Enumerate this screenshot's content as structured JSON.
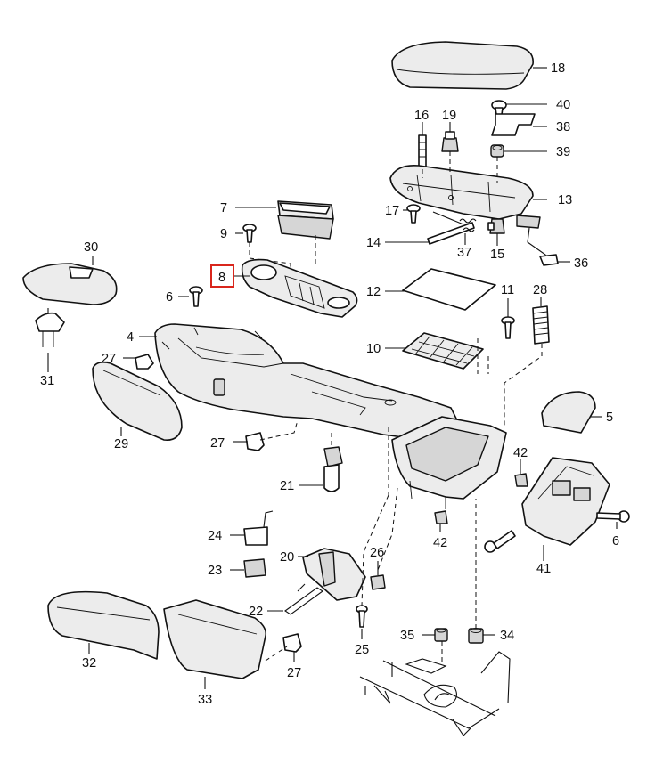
{
  "diagram": {
    "highlighted_part": "8",
    "highlight_color": "#d9261c",
    "labels": {
      "p4": "4",
      "p5": "5",
      "p6a": "6",
      "p6b": "6",
      "p7": "7",
      "p8": "8",
      "p9": "9",
      "p10": "10",
      "p11": "11",
      "p12": "12",
      "p13": "13",
      "p14": "14",
      "p15": "15",
      "p16": "16",
      "p17": "17",
      "p18": "18",
      "p19": "19",
      "p20": "20",
      "p21": "21",
      "p22": "22",
      "p23": "23",
      "p24": "24",
      "p25": "25",
      "p26": "26",
      "p27a": "27",
      "p27b": "27",
      "p27c": "27",
      "p28": "28",
      "p29": "29",
      "p30": "30",
      "p31": "31",
      "p32": "32",
      "p33": "33",
      "p34": "34",
      "p35": "35",
      "p36": "36",
      "p37": "37",
      "p38": "38",
      "p39": "39",
      "p40": "40",
      "p41": "41",
      "p42a": "42",
      "p42b": "42"
    }
  }
}
